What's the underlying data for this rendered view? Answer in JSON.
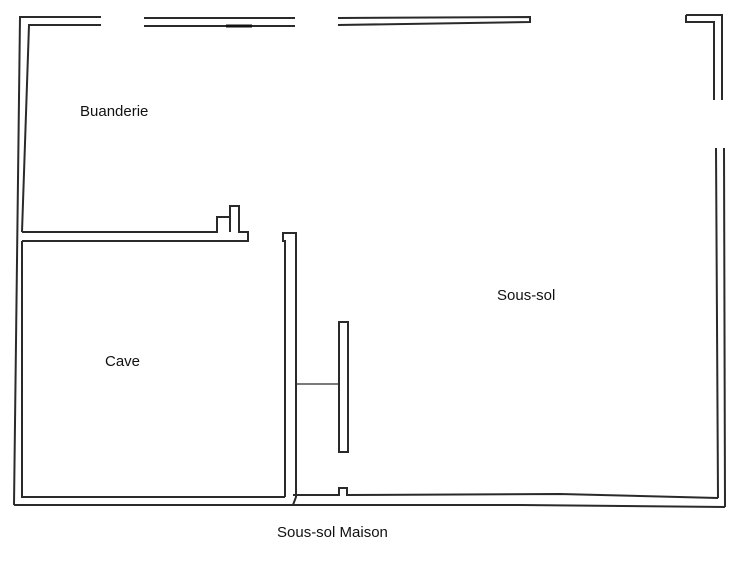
{
  "rooms": {
    "buanderie": "Buanderie",
    "cave": "Cave",
    "sous_sol": "Sous-sol"
  },
  "caption": "Sous-sol Maison",
  "colors": {
    "wall": "#2a2a2a",
    "background": "#ffffff"
  }
}
